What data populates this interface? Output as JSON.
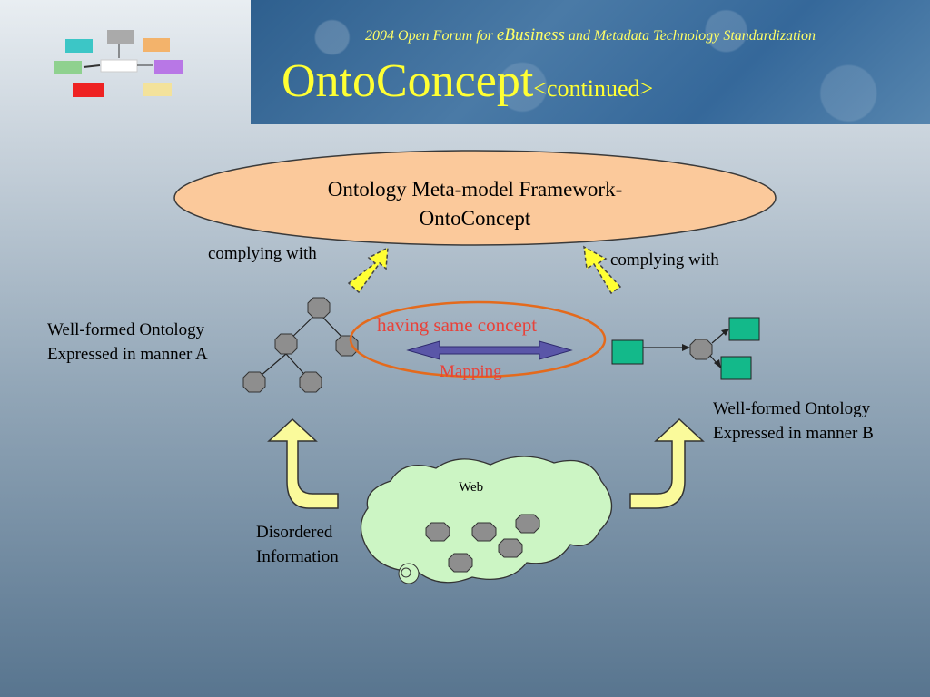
{
  "header": {
    "forum_prefix": "2004 Open Forum for ",
    "forum_ebusiness": "eBusiness",
    "forum_suffix": " and Metadata Technology Standardization",
    "title": "OntoConcept",
    "title_continued": "<continued>"
  },
  "diagram": {
    "framework_line1": "Ontology Meta-model Framework-",
    "framework_line2": "OntoConcept",
    "complying_left": "complying with",
    "complying_right": "complying with",
    "ontology_a_line1": "Well-formed Ontology",
    "ontology_a_line2": "Expressed in manner A",
    "ontology_b_line1": "Well-formed Ontology",
    "ontology_b_line2": "Expressed in manner B",
    "same_concept": "having same concept",
    "mapping": "Mapping",
    "web": "Web",
    "disordered_line1": "Disordered",
    "disordered_line2": "Information"
  },
  "colors": {
    "title_yellow": "#ffff33",
    "ellipse_fill": "#fbc99b",
    "node_gray": "#8e8e8e",
    "node_green": "#13b98a",
    "cloud_green": "#ccf5c4",
    "mapping_arrow": "#5a56a8",
    "accent_red": "#e8423a",
    "up_arrow_yellow": "#fafa9b"
  }
}
